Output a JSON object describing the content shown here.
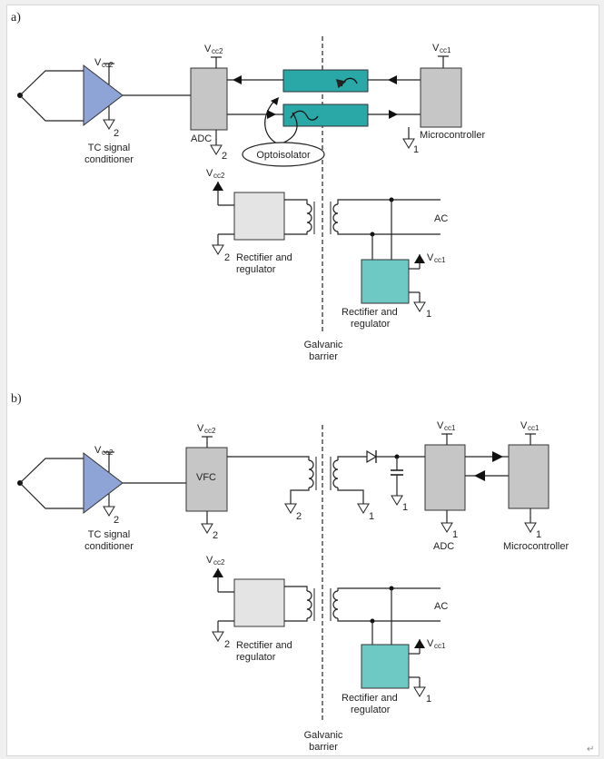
{
  "panel_a": {
    "label": "a)",
    "tc_conditioner": [
      "TC signal",
      "conditioner"
    ],
    "adc": "ADC",
    "optoisolator": "Optoisolator",
    "microcontroller": "Microcontroller",
    "rectifier_left": [
      "Rectifier and",
      "regulator"
    ],
    "rectifier_right": [
      "Rectifier and",
      "regulator"
    ],
    "ac": "AC",
    "barrier": [
      "Galvanic",
      "barrier"
    ]
  },
  "panel_b": {
    "label": "b)",
    "tc_conditioner": [
      "TC signal",
      "conditioner"
    ],
    "vfc": "VFC",
    "adc": "ADC",
    "microcontroller": "Microcontroller",
    "rectifier_left": [
      "Rectifier and",
      "regulator"
    ],
    "rectifier_right": [
      "Rectifier and",
      "regulator"
    ],
    "ac": "AC",
    "barrier": [
      "Galvanic",
      "barrier"
    ]
  },
  "supply": {
    "vcc": "V",
    "vcc1_sub": "cc1",
    "vcc2_sub": "cc2",
    "gnd1": "1",
    "gnd2": "2"
  },
  "colors": {
    "amp_fill": "#8ea3d6",
    "opto_fill": "#2aa7a7",
    "rect_right_fill": "#6ec9c4",
    "block_gray": "#c6c6c6",
    "block_light": "#e4e4e4"
  },
  "return_mark": "↵"
}
